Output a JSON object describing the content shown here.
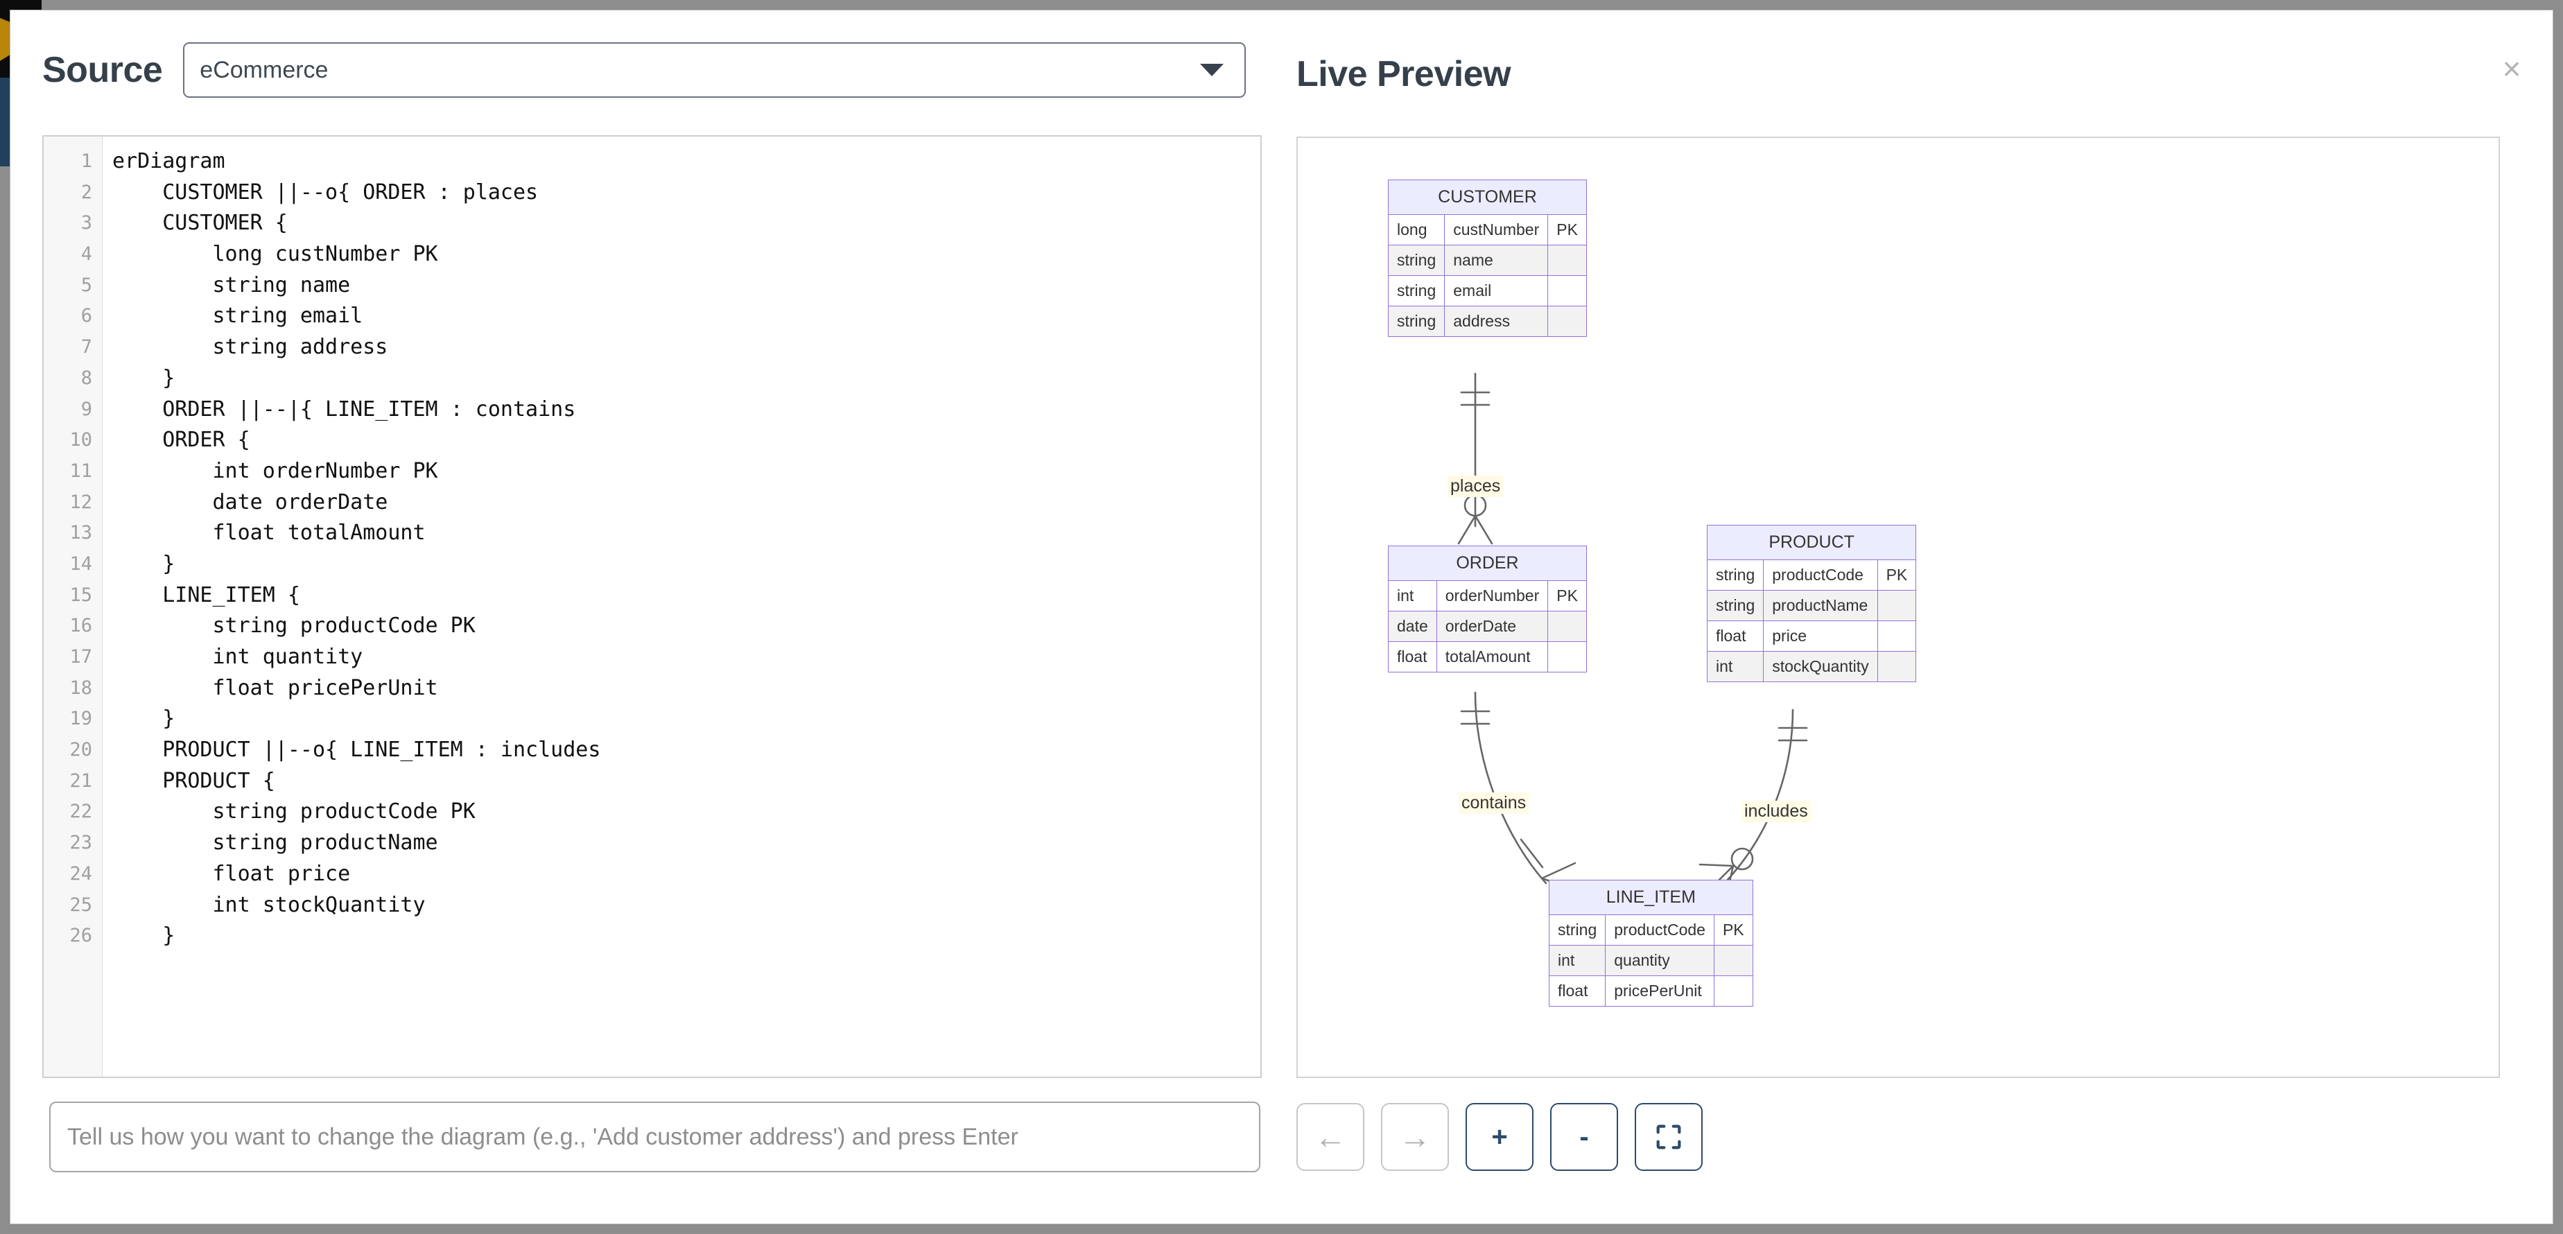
{
  "background": {
    "present": true
  },
  "source": {
    "title": "Source",
    "selected_diagram": "eCommerce",
    "dropdown_icon": "chevron-down-icon",
    "code_lines": [
      "erDiagram",
      "    CUSTOMER ||--o{ ORDER : places",
      "    CUSTOMER {",
      "        long custNumber PK",
      "        string name",
      "        string email",
      "        string address",
      "    }",
      "    ORDER ||--|{ LINE_ITEM : contains",
      "    ORDER {",
      "        int orderNumber PK",
      "        date orderDate",
      "        float totalAmount",
      "    }",
      "    LINE_ITEM {",
      "        string productCode PK",
      "        int quantity",
      "        float pricePerUnit",
      "    }",
      "    PRODUCT ||--o{ LINE_ITEM : includes",
      "    PRODUCT {",
      "        string productCode PK",
      "        string productName",
      "        float price",
      "        int stockQuantity",
      "    }"
    ],
    "prompt_placeholder": "Tell us how you want to change the diagram (e.g., 'Add customer address') and press Enter",
    "prompt_value": ""
  },
  "preview": {
    "title": "Live Preview",
    "close_label": "×",
    "close_icon": "close-icon",
    "toolbar": [
      {
        "name": "pan-left-button",
        "glyph": "←",
        "label": "←",
        "state": "disabled"
      },
      {
        "name": "pan-right-button",
        "glyph": "→",
        "label": "→",
        "state": "disabled"
      },
      {
        "name": "zoom-in-button",
        "glyph": "+",
        "label": "+",
        "state": "active"
      },
      {
        "name": "zoom-out-button",
        "glyph": "-",
        "label": "-",
        "state": "active"
      },
      {
        "name": "fit-screen-button",
        "glyph": "⛶",
        "label": "",
        "state": "active"
      }
    ]
  },
  "diagram": {
    "type": "er-diagram",
    "header_fill": "#ececff",
    "border_color": "#9370db",
    "alt_row_fill": "#f2f2f2",
    "line_color": "#666666",
    "entities": [
      {
        "name": "CUSTOMER",
        "attributes": [
          {
            "type": "long",
            "name": "custNumber",
            "key": "PK"
          },
          {
            "type": "string",
            "name": "name",
            "key": ""
          },
          {
            "type": "string",
            "name": "email",
            "key": ""
          },
          {
            "type": "string",
            "name": "address",
            "key": ""
          }
        ]
      },
      {
        "name": "ORDER",
        "attributes": [
          {
            "type": "int",
            "name": "orderNumber",
            "key": "PK"
          },
          {
            "type": "date",
            "name": "orderDate",
            "key": ""
          },
          {
            "type": "float",
            "name": "totalAmount",
            "key": ""
          }
        ]
      },
      {
        "name": "PRODUCT",
        "attributes": [
          {
            "type": "string",
            "name": "productCode",
            "key": "PK"
          },
          {
            "type": "string",
            "name": "productName",
            "key": ""
          },
          {
            "type": "float",
            "name": "price",
            "key": ""
          },
          {
            "type": "int",
            "name": "stockQuantity",
            "key": ""
          }
        ]
      },
      {
        "name": "LINE_ITEM",
        "attributes": [
          {
            "type": "string",
            "name": "productCode",
            "key": "PK"
          },
          {
            "type": "int",
            "name": "quantity",
            "key": ""
          },
          {
            "type": "float",
            "name": "pricePerUnit",
            "key": ""
          }
        ]
      }
    ],
    "relationships": [
      {
        "from": "CUSTOMER",
        "to": "ORDER",
        "label": "places",
        "from_card": "exactly-one",
        "to_card": "zero-or-more"
      },
      {
        "from": "ORDER",
        "to": "LINE_ITEM",
        "label": "contains",
        "from_card": "exactly-one",
        "to_card": "one-or-more"
      },
      {
        "from": "PRODUCT",
        "to": "LINE_ITEM",
        "label": "includes",
        "from_card": "exactly-one",
        "to_card": "zero-or-more"
      }
    ]
  }
}
